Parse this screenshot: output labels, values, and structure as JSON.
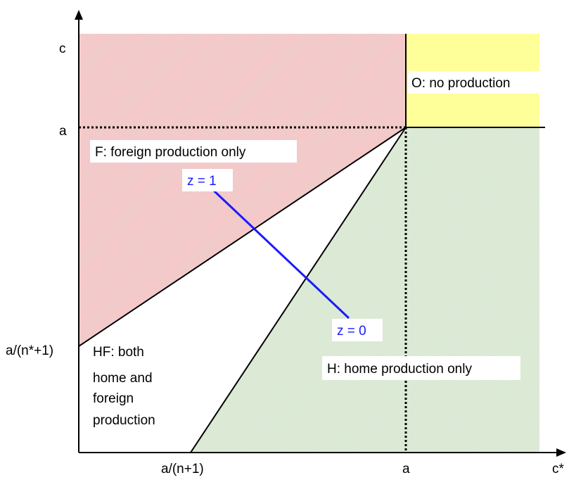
{
  "axes": {
    "y_top_label": "c",
    "y_a_label": "a",
    "y_low_label": "a/(n*+1)",
    "x_low_label": "a/(n+1)",
    "x_a_label": "a",
    "x_end_label": "c*"
  },
  "regions": {
    "foreign": "F: foreign production only",
    "none": "O: no production",
    "home": "H: home production only",
    "both_line1": "HF: both",
    "both_line2": "home and",
    "both_line3": "foreign",
    "both_line4": "production"
  },
  "segment": {
    "start_label": "z = 1",
    "end_label": "z = 0"
  },
  "colors": {
    "foreign_fill": "#f4cccc",
    "none_fill": "#ffff99",
    "home_fill": "#d9ead3",
    "segment": "#1a1aff"
  }
}
